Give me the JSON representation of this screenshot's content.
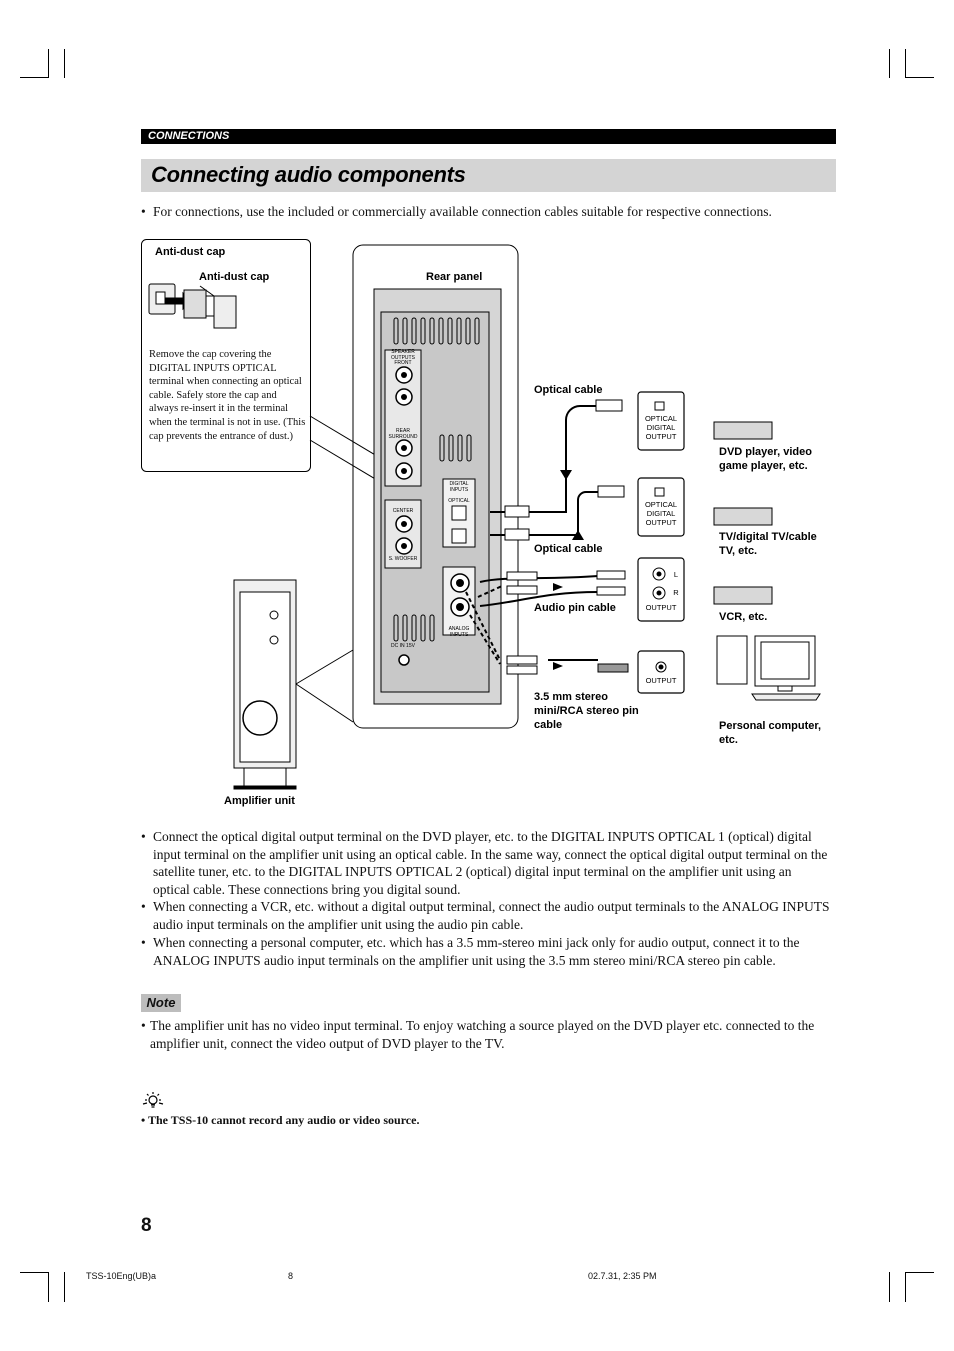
{
  "header": {
    "section_label": "CONNECTIONS"
  },
  "title": "Connecting audio components",
  "intro_bullet": "For connections, use the included or commercially available connection cables suitable for respective connections.",
  "diagram": {
    "callout_title": "Anti-dust cap",
    "callout_cap_label": "Anti-dust cap",
    "callout_text": "Remove the cap covering the DIGITAL INPUTS OPTICAL terminal when connecting an optical cable. Safely store the cap and always re-insert it in the terminal when the terminal is not in use. (This cap prevents the entrance of dust.)",
    "rear_panel_label": "Rear panel",
    "amplifier_label": "Amplifier unit",
    "panel": {
      "speaker_outputs": "SPEAKER OUTPUTS",
      "front": "FRONT",
      "rear_surround": "REAR SURROUND",
      "center": "CENTER",
      "s_woofer": "S. WOOFER",
      "digital_inputs": "DIGITAL INPUTS",
      "optical": "OPTICAL",
      "analog_inputs": "ANALOG INPUTS",
      "dc_in": "DC IN 15V"
    },
    "cables": {
      "optical_cable_1": "Optical cable",
      "optical_cable_2": "Optical cable",
      "audio_pin_cable": "Audio pin cable",
      "mini_rca_cable": "3.5 mm stereo mini/RCA stereo pin cable"
    },
    "sources": {
      "box1_terminal": "OPTICAL DIGITAL OUTPUT",
      "box2_terminal": "OPTICAL DIGITAL OUTPUT",
      "box3_l": "L",
      "box3_r": "R",
      "box3_terminal": "OUTPUT",
      "box4_terminal": "OUTPUT"
    },
    "devices": {
      "dvd": "DVD player, video game player, etc.",
      "tv": "TV/digital TV/cable TV, etc.",
      "vcr": "VCR, etc.",
      "pc": "Personal computer, etc."
    }
  },
  "bullets": [
    "Connect the optical digital output terminal on the DVD player, etc. to the DIGITAL INPUTS OPTICAL 1 (optical) digital input terminal on the amplifier unit using an optical cable. In the same way, connect the optical digital output terminal on the satellite tuner, etc. to the DIGITAL INPUTS OPTICAL 2 (optical) digital input terminal on the amplifier unit using an optical cable. These connections bring you digital sound.",
    "When connecting a VCR, etc. without a digital output terminal, connect the audio output terminals to the ANALOG INPUTS audio input terminals on the amplifier unit using the audio pin cable.",
    "When connecting a personal computer, etc. which has a 3.5 mm-stereo mini jack only for audio output, connect it to the ANALOG INPUTS audio input terminals on the amplifier unit using the 3.5 mm stereo mini/RCA stereo pin cable."
  ],
  "note": {
    "label": "Note",
    "text": "The amplifier unit has no video input terminal. To enjoy watching a source played on the DVD player etc. connected to the amplifier unit, connect the video output of DVD player to the TV."
  },
  "tip": {
    "text": "The TSS-10 cannot record any audio or video source."
  },
  "page_number": "8",
  "footer": {
    "left": "TSS-10Eng(UB)a",
    "center": "8",
    "right": "02.7.31, 2:35 PM"
  }
}
